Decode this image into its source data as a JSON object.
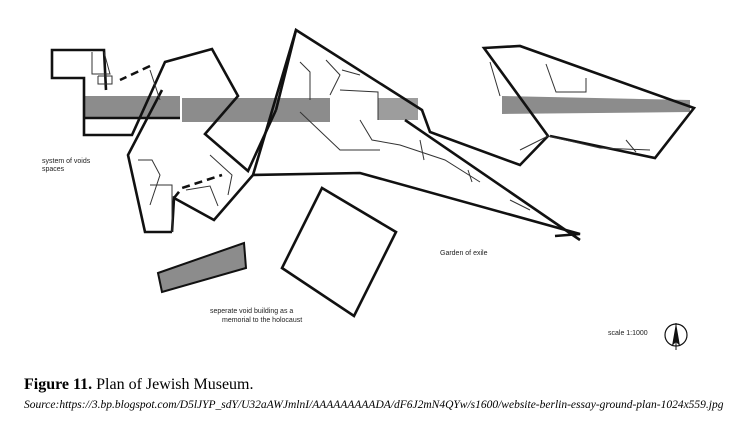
{
  "plan": {
    "labels": {
      "voids_line1": "system of voids",
      "voids_line2": "spaces",
      "garden": "Garden of exile",
      "memorial_line1": "seperate void building as a",
      "memorial_line2": "memorial to the holocaust",
      "scale": "scale 1:1000"
    },
    "icons": [
      "north-arrow-icon"
    ]
  },
  "caption": {
    "figure_label": "Figure 11.",
    "title": " Plan of Jewish Museum.",
    "source": "Source:https://3.bp.blogspot.com/D5lJYP_sdY/U32aAWJmlnI/AAAAAAAAADA/dF6J2mN4QYw/s1600/website-berlin-essay-ground-plan-1024x559.jpg"
  }
}
